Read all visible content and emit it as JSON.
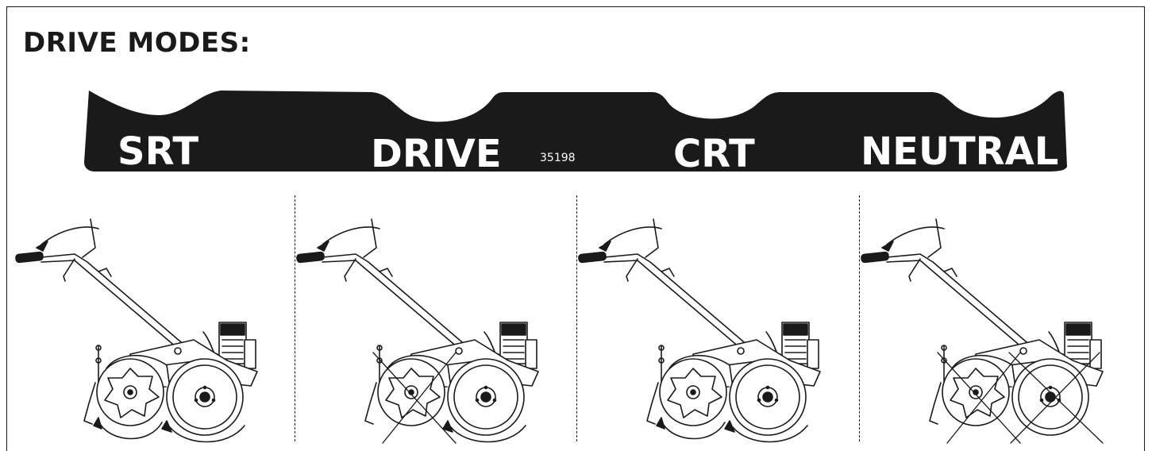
{
  "title": "DRIVE MODES:",
  "decal": {
    "code": "35198",
    "modes": [
      {
        "label": "SRT"
      },
      {
        "label": "DRIVE"
      },
      {
        "label": "CRT"
      },
      {
        "label": "NEUTRAL"
      }
    ]
  },
  "panels": [
    {
      "mode": "SRT",
      "tines": "rotating",
      "wheels": "rotating"
    },
    {
      "mode": "DRIVE",
      "tines": "crossed-out",
      "wheels": "rotating"
    },
    {
      "mode": "CRT",
      "tines": "rotating",
      "wheels": "rotating"
    },
    {
      "mode": "NEUTRAL",
      "tines": "crossed-out",
      "wheels": "crossed-out"
    }
  ],
  "colors": {
    "ink": "#1a1a1a",
    "decal_fill": "#1a1a1a",
    "decal_text": "#ffffff",
    "background": "#ffffff"
  }
}
